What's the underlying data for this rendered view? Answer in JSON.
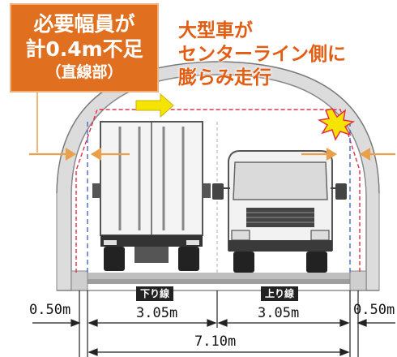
{
  "callout": {
    "line1": "必要幅員が",
    "line2": "計0.4m不足",
    "line3": "（直線部）"
  },
  "note": {
    "line1": "大型車が",
    "line2": "センターライン側に",
    "line3": "膨らみ走行"
  },
  "lanes": {
    "down_label": "下り線",
    "up_label": "上り線"
  },
  "dimensions": {
    "left_shoulder": "0.50m",
    "down_lane": "3.05m",
    "up_lane": "3.05m",
    "right_shoulder": "0.50m",
    "total": "7.10m"
  },
  "colors": {
    "accent_orange": "#e07020",
    "note_orange": "#e25d12",
    "arrow_yellow": "#f5e400",
    "clearance_red": "#e0304a",
    "lane_blue": "#3a5fbf",
    "tunnel_gray": "#d9d9d9"
  },
  "icons": [
    "truck-rear-icon",
    "truck-front-icon",
    "arrow-right-icon",
    "collision-burst-icon"
  ]
}
